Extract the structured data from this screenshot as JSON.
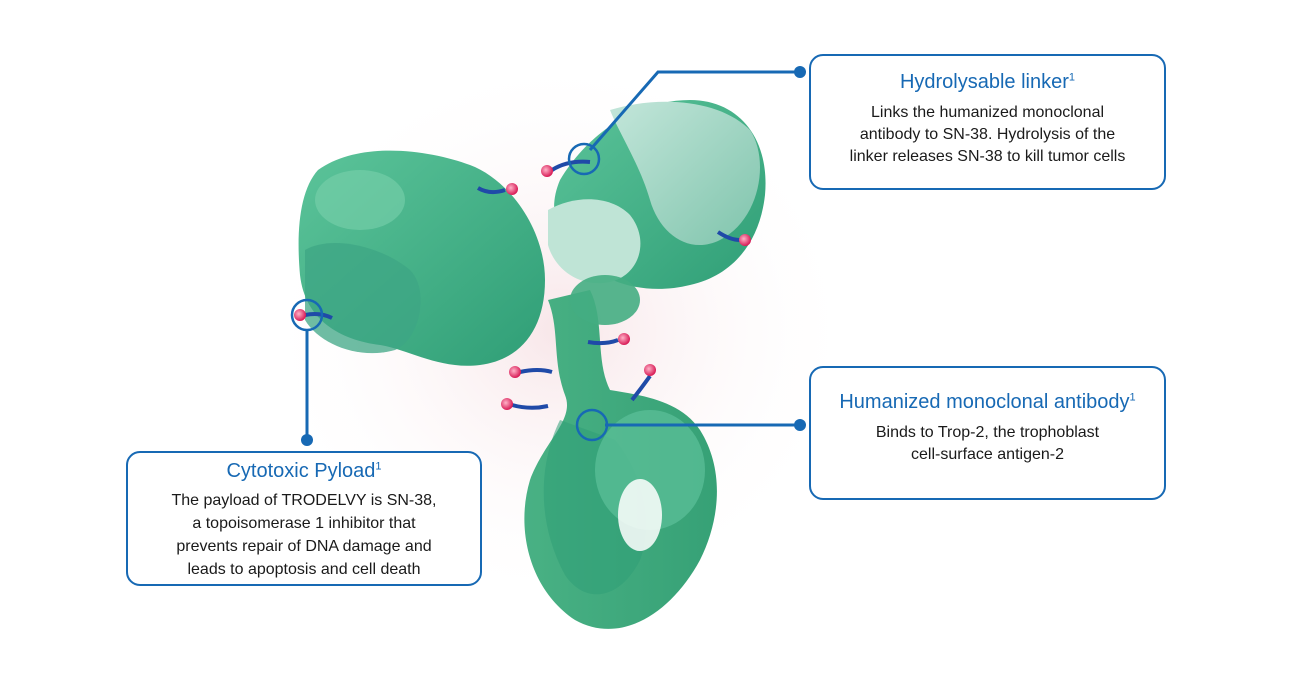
{
  "colors": {
    "accent": "#1769b4",
    "protein_light": "#8fd0b8",
    "protein_dark": "#2f9e76",
    "linker": "#1f4aa8",
    "payload": "#e0245e"
  },
  "callouts": {
    "linker": {
      "title": "Hydrolysable linker",
      "ref": "1",
      "body": "Links the humanized monoclonal\nantibody to SN-38. Hydrolysis of the\nlinker releases SN-38 to kill tumor cells"
    },
    "antibody": {
      "title": "Humanized monoclonal antibody",
      "ref": "1",
      "body": "Binds to Trop-2, the trophoblast\ncell-surface antigen-2"
    },
    "payload": {
      "title": "Cytotoxic Pyload",
      "ref": "1",
      "body": "The payload of TRODELVY is SN-38,\na topoisomerase 1 inhibitor that\nprevents repair of DNA damage and\nleads to apoptosis and cell death"
    }
  }
}
